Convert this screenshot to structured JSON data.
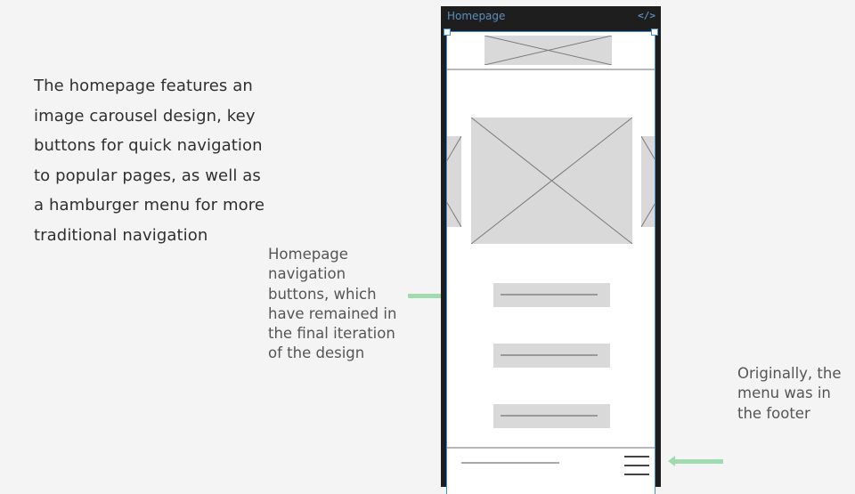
{
  "intro_text": "The homepage features an image carousel design, key buttons for quick navigation to popular pages, as well as a hamburger menu for more traditional navigation",
  "annotations": {
    "nav_buttons_note": "Homepage navigation buttons, which have remained in the final iteration of the design",
    "footer_menu_note": "Originally, the menu was in the footer"
  },
  "frame": {
    "title": "Homepage",
    "code_icon": "</>",
    "header_logo": "image-placeholder",
    "carousel": {
      "slides": [
        "prev-image-placeholder",
        "main-image-placeholder",
        "next-image-placeholder"
      ]
    },
    "nav_buttons": [
      {
        "label": "button-1"
      },
      {
        "label": "button-2"
      },
      {
        "label": "button-3"
      }
    ],
    "footer": {
      "text_line": "footer-text-placeholder",
      "menu_icon": "hamburger-icon"
    }
  },
  "colors": {
    "background": "#f4f4f4",
    "frame_dark": "#1e1e1e",
    "selection_blue": "#3e8ed8",
    "title_blue": "#5d8fbf",
    "placeholder_gray": "#d9d9d9",
    "arrow_green": "#9fdbae"
  }
}
